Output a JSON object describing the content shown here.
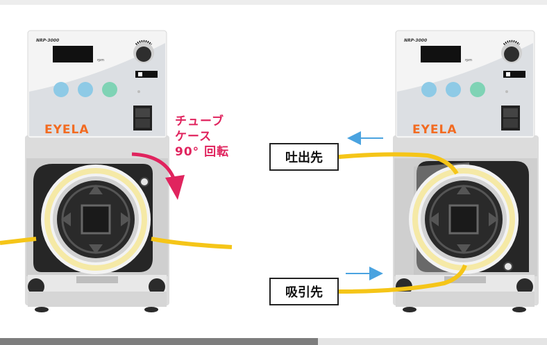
{
  "pumps": [
    {
      "model": "NRP-3000",
      "unit": "rpm",
      "brand": "EYELA",
      "tube_case_state": "normal"
    },
    {
      "model": "NRP-3000",
      "unit": "rpm",
      "brand": "EYELA",
      "tube_case_state": "rotated-90"
    }
  ],
  "callout": {
    "line1": "チューブ",
    "line2": "ケース",
    "line3": "90° 回転"
  },
  "labels": {
    "discharge": "吐出先",
    "suction": "吸引先"
  },
  "colors": {
    "tube": "#f5c518",
    "arrow_pink": "#e0245e",
    "arrow_blue": "#4aa3e0",
    "brand_orange": "#f26b21",
    "button_blue": "#8ecae6",
    "button_teal": "#7fd3b5"
  },
  "icons": [
    "rotation-arrow-icon",
    "flow-left-arrow-icon",
    "flow-right-arrow-icon"
  ]
}
